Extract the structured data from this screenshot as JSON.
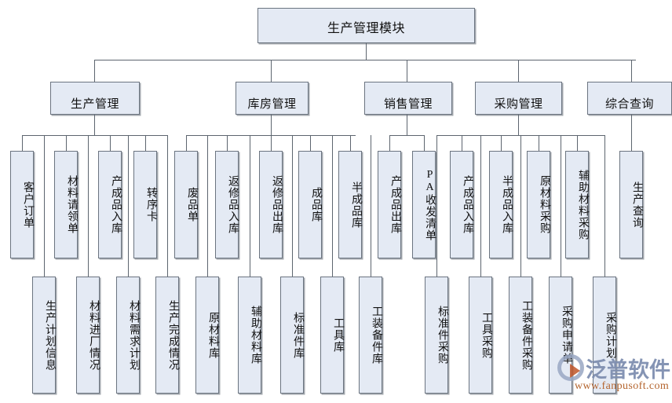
{
  "diagram": {
    "type": "tree",
    "title": "生产管理模块",
    "root": {
      "id": "root",
      "label": "生产管理模块"
    },
    "level2": [
      {
        "id": "g1",
        "label": "生产管理"
      },
      {
        "id": "g2",
        "label": "库房管理"
      },
      {
        "id": "g3",
        "label": "销售管理"
      },
      {
        "id": "g4",
        "label": "采购管理"
      },
      {
        "id": "g5",
        "label": "综合查询"
      }
    ],
    "leaves": {
      "g1_top": [
        {
          "label": "客户订单"
        },
        {
          "label": "材料请领单"
        },
        {
          "label": "产成品入库"
        },
        {
          "label": "转序卡"
        }
      ],
      "g1_bottom": [
        {
          "label": "生产计划信息"
        },
        {
          "label": "材料进厂情况"
        },
        {
          "label": "材料需求计划"
        },
        {
          "label": "生产完成情况"
        }
      ],
      "g2_top": [
        {
          "label": "废品单"
        },
        {
          "label": "返修品入库"
        },
        {
          "label": "返修品出库"
        },
        {
          "label": "成品库"
        },
        {
          "label": "半成品库"
        }
      ],
      "g2_bottom": [
        {
          "label": "原材料库"
        },
        {
          "label": "辅助材料库"
        },
        {
          "label": "标准件库"
        },
        {
          "label": "工具库"
        },
        {
          "label": "工装备件库"
        }
      ],
      "g3_top": [
        {
          "label": "产成品出库"
        },
        {
          "label": "PA收发清单"
        }
      ],
      "g4_top": [
        {
          "label": "产成品入库"
        },
        {
          "label": "半成品入库"
        },
        {
          "label": "原材料采购"
        },
        {
          "label": "辅助材料采购"
        }
      ],
      "g4_bottom": [
        {
          "label": "标准件采购"
        },
        {
          "label": "工具采购"
        },
        {
          "label": "工装备件采购"
        },
        {
          "label": "采购申请单"
        },
        {
          "label": "采购计划"
        }
      ],
      "g5_top": [
        {
          "label": "生产查询"
        }
      ]
    }
  },
  "watermark": {
    "brand": "泛普软件",
    "url": "www.fanpusoft.com"
  },
  "colors": {
    "node_fill": "#e4eaf4",
    "node_border": "#6b7480",
    "line": "#5d656f",
    "background": "#ffffff",
    "watermark_cn": "#7f8fb0",
    "watermark_url": "#b4652f"
  }
}
